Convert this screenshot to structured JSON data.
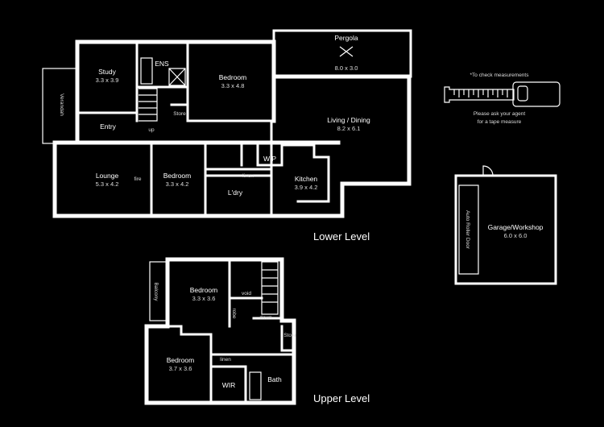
{
  "levels": {
    "lower": "Lower Level",
    "upper": "Upper Level"
  },
  "lower_rooms": {
    "pergola": {
      "name": "Pergola",
      "size": "8.0 x 3.0"
    },
    "study": {
      "name": "Study",
      "size": "3.3 x 3.9"
    },
    "ens": {
      "name": "ENS"
    },
    "bedroom1": {
      "name": "Bedroom",
      "size": "3.3 x 4.8"
    },
    "verandah": {
      "name": "Verandah"
    },
    "entry": {
      "name": "Entry"
    },
    "store": {
      "name": "Store"
    },
    "up": {
      "name": "up"
    },
    "living": {
      "name": "Living / Dining",
      "size": "8.2 x 6.1"
    },
    "lounge": {
      "name": "Lounge",
      "size": "5.3 x 4.2"
    },
    "fire": {
      "name": "fire"
    },
    "bedroom2": {
      "name": "Bedroom",
      "size": "3.3 x 4.2"
    },
    "wip": {
      "name": "WIP"
    },
    "linen": {
      "name": "linen"
    },
    "laundry": {
      "name": "L'dry"
    },
    "kitchen": {
      "name": "Kitchen",
      "size": "3.9 x 4.2"
    }
  },
  "upper_rooms": {
    "balcony": {
      "name": "Balcony"
    },
    "bedroom1": {
      "name": "Bedroom",
      "size": "3.3 x 3.6"
    },
    "void": {
      "name": "void"
    },
    "robe": {
      "name": "robe"
    },
    "down": {
      "name": "down"
    },
    "store": {
      "name": "Store"
    },
    "bedroom2": {
      "name": "Bedroom",
      "size": "3.7 x 3.6"
    },
    "linen": {
      "name": "linen"
    },
    "wir": {
      "name": "WIR"
    },
    "bath": {
      "name": "Bath"
    }
  },
  "garage": {
    "name": "Garage/Workshop",
    "size": "6.0 x 6.0",
    "door": "Auto Roller Door"
  },
  "tape_note": {
    "top": "*To check measurements",
    "line1": "Please ask your agent",
    "line2": "for a tape measure"
  }
}
